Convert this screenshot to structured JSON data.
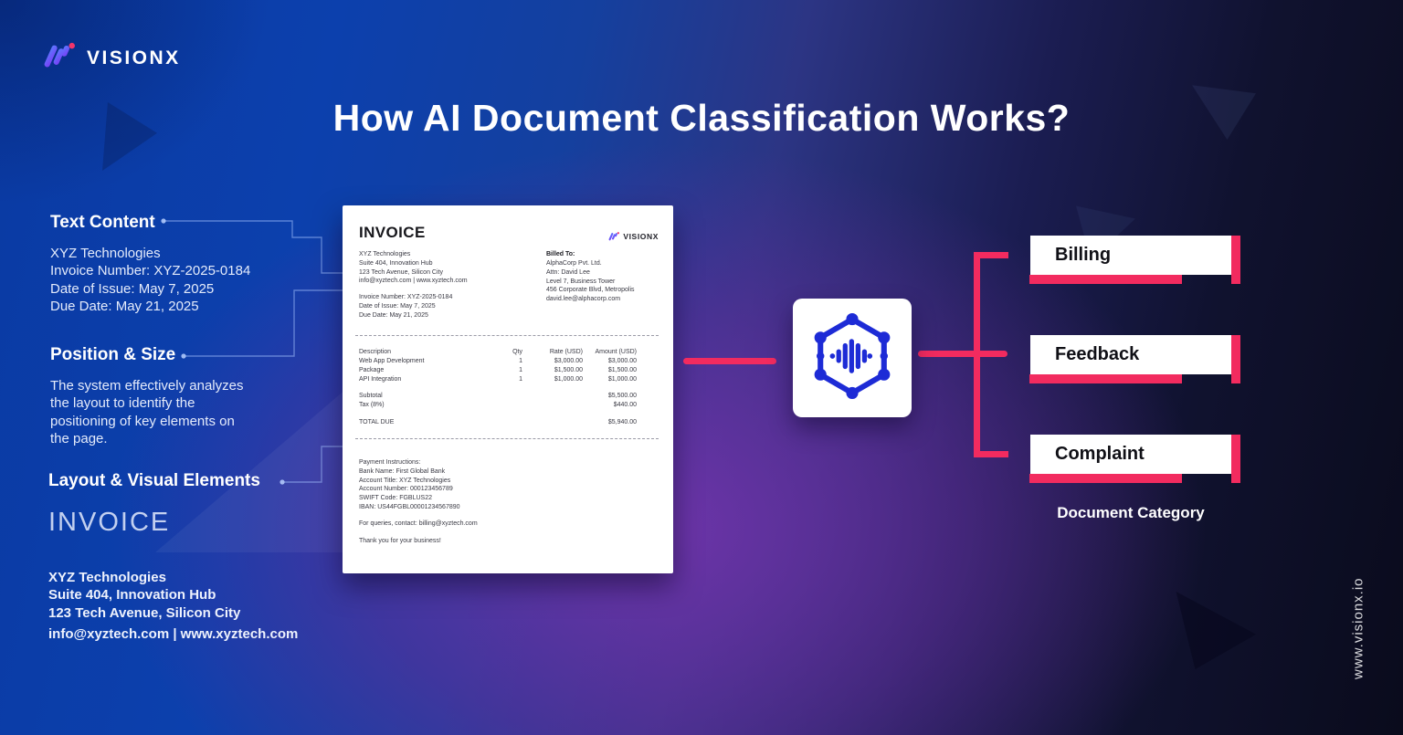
{
  "brand": {
    "logo_text": "VISIONX",
    "website_vertical": "www.visionx.io"
  },
  "header": {
    "title": "How AI Document Classification Works?"
  },
  "left_panel": {
    "text_content": {
      "heading": "Text Content",
      "lines": [
        "XYZ Technologies",
        "Invoice Number: XYZ-2025-0184",
        "Date of Issue: May 7, 2025",
        "Due Date: May 21, 2025"
      ]
    },
    "position_size": {
      "heading": "Position & Size",
      "body": "The system effectively analyzes the layout to identify the positioning of key elements on the page."
    },
    "layout_visual": {
      "heading": "Layout & Visual Elements",
      "sample": "INVOICE"
    },
    "contact": {
      "lines": [
        "XYZ Technologies",
        "Suite 404, Innovation Hub",
        "123 Tech Avenue, Silicon City"
      ],
      "email_line": "info@xyztech.com | www.xyztech.com"
    }
  },
  "invoice": {
    "title": "INVOICE",
    "logo_text": "VISIONX",
    "from": [
      "XYZ Technologies",
      "Suite 404, Innovation Hub",
      "123 Tech Avenue, Silicon City",
      "info@xyztech.com | www.xyztech.com"
    ],
    "meta": [
      "Invoice Number: XYZ-2025-0184",
      "Date of Issue: May 7, 2025",
      "Due Date: May 21, 2025"
    ],
    "billed_to_label": "Billed To:",
    "billed_to": [
      "AlphaCorp Pvt. Ltd.",
      "Attn: David Lee",
      "Level 7, Business Tower",
      "456 Corporate Blvd, Metropolis",
      "david.lee@alphacorp.com"
    ],
    "table": {
      "headers": [
        "Description",
        "Qty",
        "Rate (USD)",
        "Amount (USD)"
      ],
      "rows": [
        [
          "Web App Development",
          "1",
          "$3,000.00",
          "$3,000.00"
        ],
        [
          "Package",
          "1",
          "$1,500.00",
          "$1,500.00"
        ],
        [
          "API Integration",
          "1",
          "$1,000.00",
          "$1,000.00"
        ]
      ],
      "subtotal_label": "Subtotal",
      "subtotal": "$5,500.00",
      "tax_label": "Tax (8%)",
      "tax": "$440.00",
      "total_label": "TOTAL DUE",
      "total": "$5,940.00"
    },
    "payment": [
      "Payment Instructions:",
      "Bank Name: First Global Bank",
      "Account Title: XYZ Technologies",
      "Account Number: 000123456789",
      "SWIFT Code: FGBLUS22",
      "IBAN: US44FGBL00001234567890"
    ],
    "queries": "For queries, contact: billing@xyztech.com",
    "thanks": "Thank you for your business!"
  },
  "classifier": {
    "icon": "ai-network-icon"
  },
  "categories": {
    "items": [
      {
        "label": "Billing"
      },
      {
        "label": "Feedback"
      },
      {
        "label": "Complaint"
      }
    ],
    "caption": "Document Category"
  },
  "colors": {
    "accent_pink": "#F22B5F",
    "icon_blue": "#1D2BD6",
    "bg_blue": "#0B3EAC",
    "bg_purple": "#5E2D8C",
    "bg_navy": "#0C0F24"
  }
}
